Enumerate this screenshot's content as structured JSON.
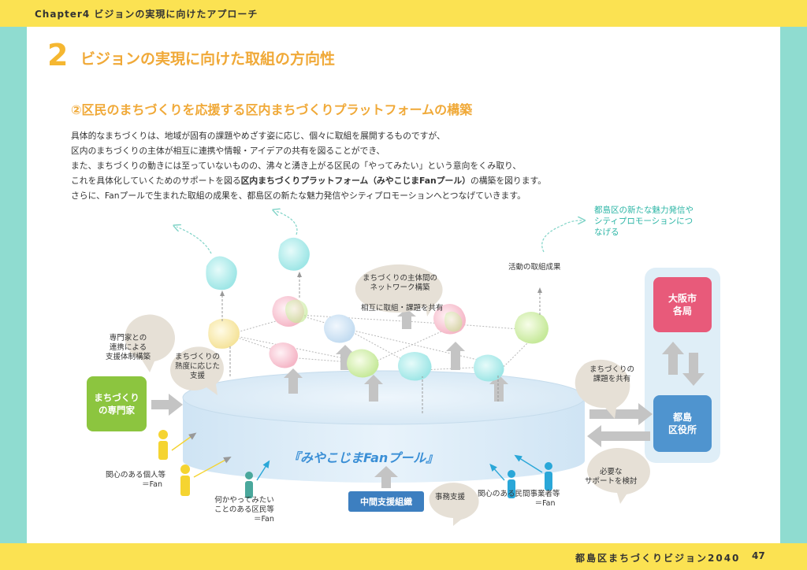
{
  "header": {
    "chapter": "Chapter4 ビジョンの実現に向けたアプローチ"
  },
  "footer": {
    "title": "都島区まちづくりビジョン2040",
    "page": "47"
  },
  "section": {
    "number": "2",
    "title": "ビジョンの実現に向けた取組の方向性"
  },
  "subsection": {
    "title": "②区民のまちづくりを応援する区内まちづくりプラットフォームの構築"
  },
  "body": {
    "line1": "具体的なまちづくりは、地域が固有の課題やめざす姿に応じ、個々に取組を展開するものですが、",
    "line2": "区内のまちづくりの主体が相互に連携や情報・アイデアの共有を図ることができ、",
    "line3": "また、まちづくりの動きには至っていないものの、沸々と湧き上がる区民の「やってみたい」という意向をくみ取り、",
    "line4_a": "これを具体化していくためのサポートを図る",
    "line4_b": "区内まちづくりプラットフォーム（みやこじまFanプール）",
    "line4_c": "の構築を図ります。",
    "line5": "さらに、Fanプールで生まれた取組の成果を、都島区の新たな魅力発信やシティプロモーションへとつなげていきます。"
  },
  "diagram": {
    "promo_note": [
      "都島区の新たな魅力発信や",
      "シティプロモーションにつ",
      "なげる"
    ],
    "results": "活動の取組成果",
    "network": [
      "まちづくりの主体間の",
      "ネットワーク構築"
    ],
    "share": "相互に取組・課題を共有",
    "expert_link": [
      "専門家との",
      "連携による",
      "支援体制構築"
    ],
    "support_by_level": [
      "まちづくりの",
      "熟度に応じた",
      "支援"
    ],
    "expert_box": [
      "まちづくり",
      "の専門家"
    ],
    "osaka_box": [
      "大阪市",
      "各局"
    ],
    "ward_box": [
      "都島",
      "区役所"
    ],
    "share_issues": [
      "まちづくりの",
      "課題を共有"
    ],
    "needed_support": [
      "必要な",
      "サポートを検討"
    ],
    "pool_name": "『みやこじまFanプール』",
    "mid_org": "中間支援組織",
    "office_support": "事務支援",
    "individuals": [
      "関心のある個人等",
      "＝Fan"
    ],
    "residents": [
      "何かやってみたい",
      "ことのある区民等",
      "＝Fan"
    ],
    "businesses": [
      "関心のある民間事業者等",
      "＝Fan"
    ]
  },
  "colors": {
    "yellow_band": "#fbe252",
    "teal_band": "#8fdcd0",
    "accent_orange": "#f0a938",
    "expert_green": "#8cc53f",
    "osaka_pink": "#e85a7a",
    "ward_blue": "#4f94cf",
    "pool_text_blue": "#3a8fd6"
  }
}
